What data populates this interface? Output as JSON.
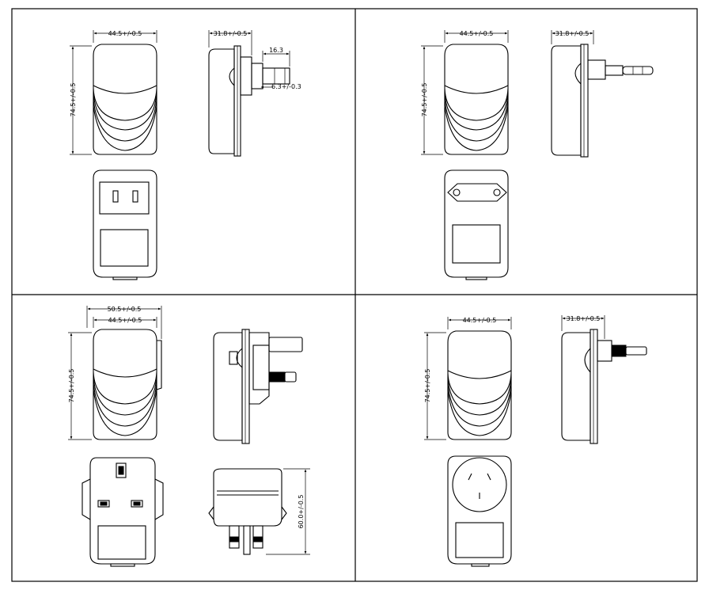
{
  "quadrants": [
    {
      "name": "us-plug-adapter",
      "front_width": "44.5+/-0.5",
      "front_height": "74.5+/-0.5",
      "side_depth": "31.8+/-0.5",
      "pin_length": "16.3",
      "pin_thickness": "6.3+/-0.3"
    },
    {
      "name": "eu-plug-adapter",
      "front_width": "44.5+/-0.5",
      "front_height": "74.5+/-0.5",
      "side_depth": "31.8+/-0.5"
    },
    {
      "name": "uk-plug-adapter",
      "overall_width": "50.5+/-0.5",
      "front_width": "44.5+/-0.5",
      "front_height": "74.5+/-0.5",
      "bottom_height": "60.0+/-0.5"
    },
    {
      "name": "au-plug-adapter",
      "front_width": "44.5+/-0.5",
      "front_height": "74.5+/-0.5",
      "side_depth": "31.8+/-0.5"
    }
  ]
}
